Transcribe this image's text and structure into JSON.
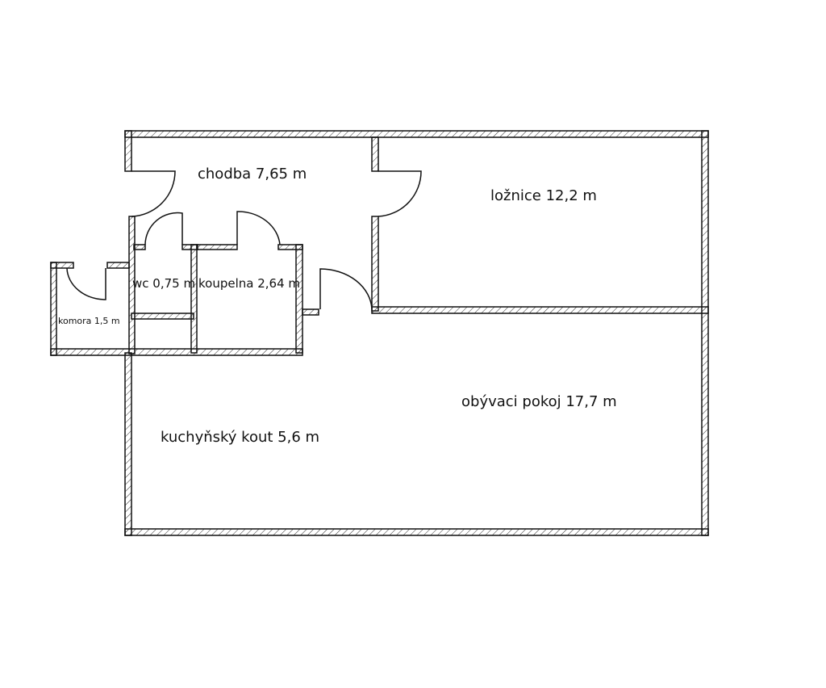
{
  "rooms": {
    "chodba": "chodba 7,65 m",
    "loznice": "ložnice 12,2 m",
    "wc": "wc 0,75 m",
    "koupelna": "koupelna 2,64 m",
    "komora": "komora 1,5 m",
    "obyvaci": "obývaci pokoj 17,7 m",
    "kuchyn": "kuchyňský kout 5,6 m"
  },
  "colors": {
    "wall": "#222222",
    "background": "#ffffff"
  }
}
